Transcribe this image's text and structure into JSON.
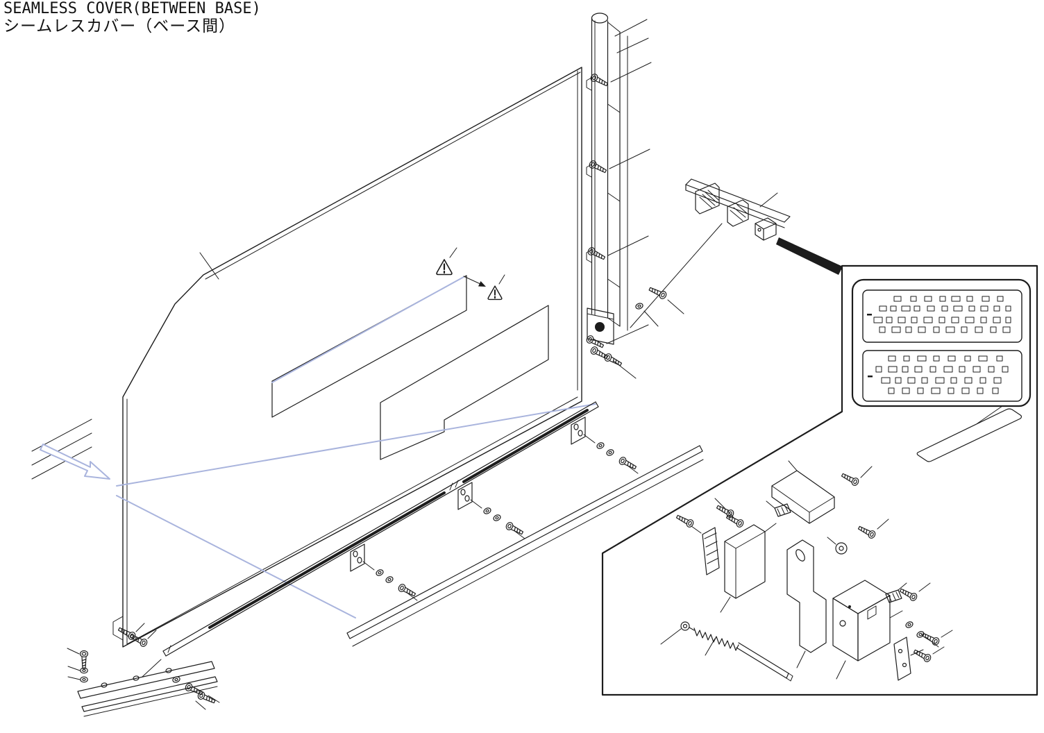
{
  "header": {
    "title_en": "SEAMLESS COVER(BETWEEN BASE)",
    "title_ja": "シームレスカバー（ベース間）"
  },
  "diagram": {
    "type": "exploded-parts-diagram",
    "ink_color": "#1c1c1c",
    "accent_color": "#a9b4dd",
    "background_color": "#ffffff",
    "warning_symbol": "!"
  }
}
